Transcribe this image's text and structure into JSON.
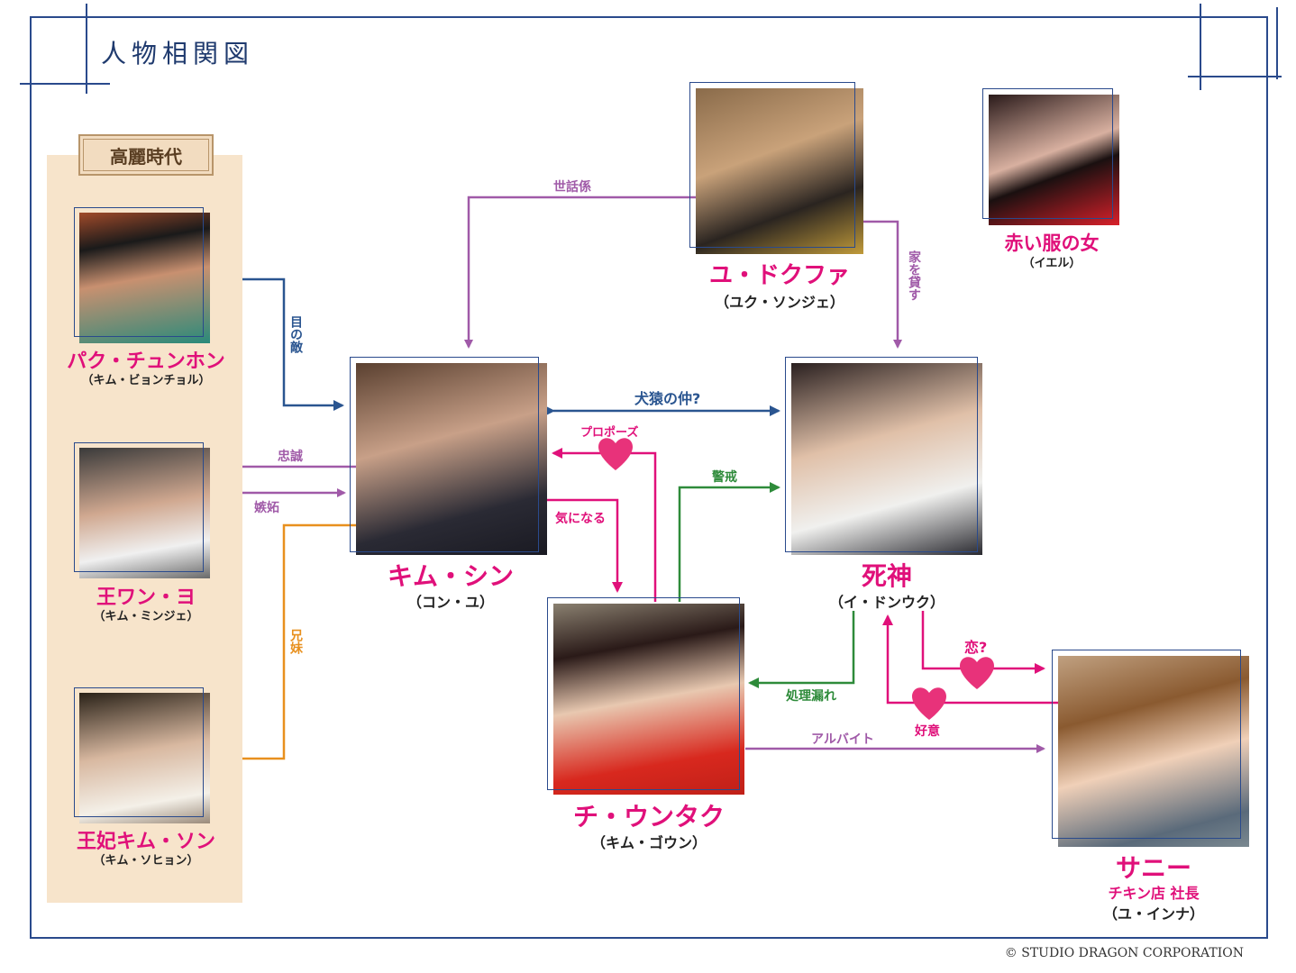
{
  "title": "人物相関図",
  "era_label": "高麗時代",
  "characters": {
    "yoo_deokhwa": {
      "name": "ユ・ドクファ",
      "actor": "（ユク・ソンジェ）"
    },
    "red_woman": {
      "name": "赤い服の女",
      "actor": "（イエル）"
    },
    "park": {
      "name": "パク・チュンホン",
      "actor": "（キム・ビョンチョル）"
    },
    "wang_wonyeo": {
      "name": "王ワン・ヨ",
      "actor": "（キム・ミンジェ）"
    },
    "queen": {
      "name": "王妃キム・ソン",
      "actor": "（キム・ソヒョン）"
    },
    "kim_shin": {
      "name": "キム・シン",
      "actor": "（コン・ユ）"
    },
    "reaper": {
      "name": "死神",
      "actor": "（イ・ドンウク）"
    },
    "eun_tak": {
      "name": "チ・ウンタク",
      "actor": "（キム・ゴウン）"
    },
    "sunny": {
      "name": "サニー",
      "role": "チキン店 社長",
      "actor": "（ユ・インナ）"
    }
  },
  "relations": {
    "caretaker": "世話係",
    "lend_house": "家を貸す",
    "enemy": "目の敵",
    "loyalty": "忠誠",
    "jealousy": "嫉妬",
    "siblings": "兄妹",
    "rivals": "犬猿の仲?",
    "propose": "プロポーズ",
    "interested": "気になる",
    "wary": "警戒",
    "slip": "処理漏れ",
    "love": "恋?",
    "goodwill": "好意",
    "parttime": "アルバイト"
  },
  "colors": {
    "purple": "#a05aa8",
    "navy": "#2a5590",
    "pink": "#e0107a",
    "green": "#2e8b3a",
    "orange": "#e8901e",
    "heart": "#e8327a"
  },
  "copyright": "© STUDIO DRAGON CORPORATION"
}
